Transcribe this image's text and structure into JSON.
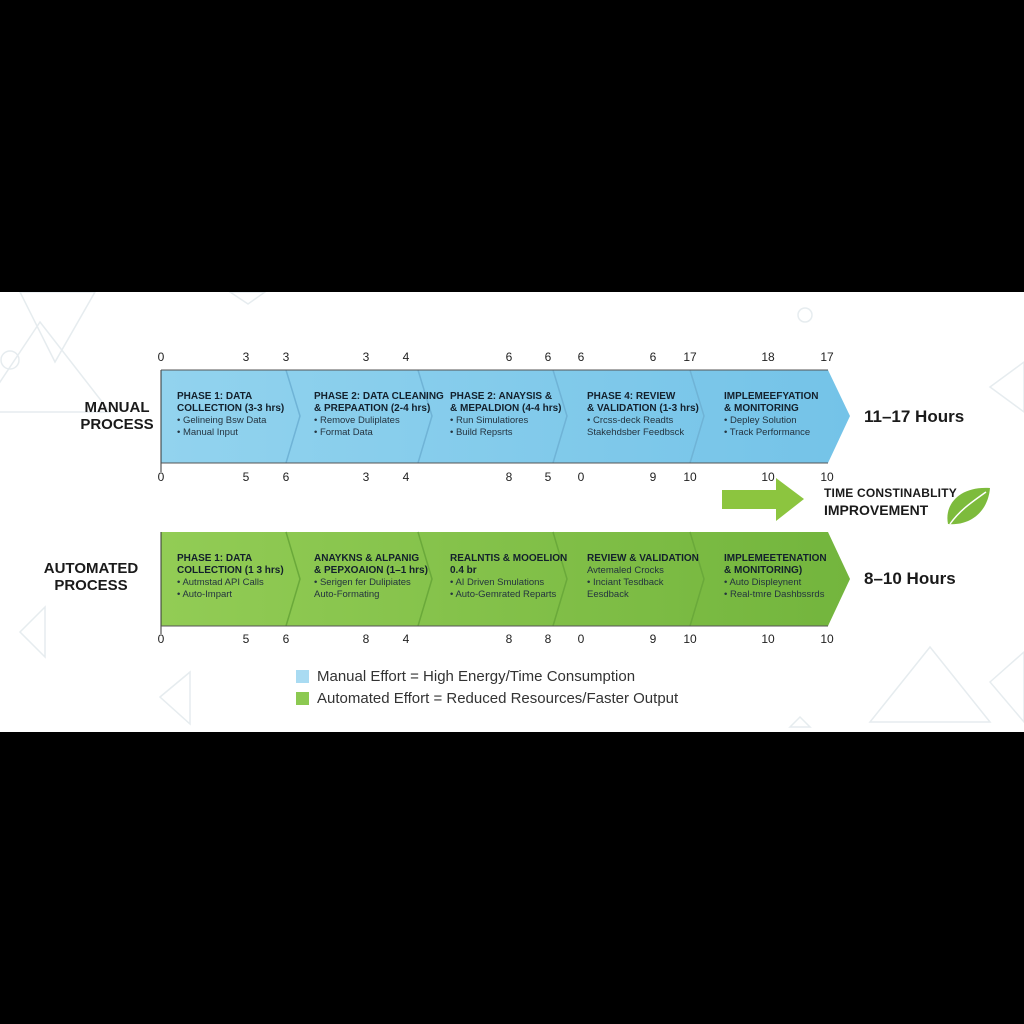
{
  "colors": {
    "manual": "#8fd3ef",
    "manual_dark": "#6cbfe6",
    "automated": "#8cc951",
    "automated_dark": "#6fb23a",
    "arrow_green": "#8cc53f"
  },
  "manual": {
    "label_line1": "MANUAL",
    "label_line2": "PROCESS",
    "total": "11–17 Hours",
    "top_ticks": [
      "0",
      "3",
      "3",
      "3",
      "4",
      "6",
      "6",
      "6",
      "6",
      "17",
      "18",
      "17"
    ],
    "bottom_ticks": [
      "0",
      "5",
      "6",
      "3",
      "4",
      "8",
      "5",
      "0",
      "9",
      "10",
      "10",
      "10"
    ],
    "phases": [
      {
        "title1": "PHASE 1: DATA",
        "title2": "COLLECTION (3-3 hrs)",
        "items": [
          "• Gelineing Bsw Data",
          "• Manual Input"
        ]
      },
      {
        "title1": "PHASE 2: DATA CLEANING",
        "title2": "& PREPAATION (2-4 hrs)",
        "items": [
          "• Remove Duliplates",
          "• Format Data"
        ]
      },
      {
        "title1": "PHASE 2: ANAYSIS &",
        "title2": "& MEPALDION (4-4 hrs)",
        "items": [
          "• Run Simulatiores",
          "• Build Repsrts"
        ]
      },
      {
        "title1": "PHASE 4: REVIEW",
        "title2": "& VALIDATION (1-3 hrs)",
        "items": [
          "• Crcss-deck Readts",
          "Stakehdsber Feedbsck"
        ]
      },
      {
        "title1": "IMPLEMEEFYATION",
        "title2": "& MONITORING",
        "items": [
          "• Depley Solution",
          "• Track Performance"
        ]
      }
    ]
  },
  "automated": {
    "label_line1": "AUTOMATED",
    "label_line2": "PROCESS",
    "total": "8–10 Hours",
    "bottom_ticks": [
      "0",
      "5",
      "6",
      "8",
      "4",
      "8",
      "8",
      "0",
      "9",
      "10",
      "10",
      "10"
    ],
    "phases": [
      {
        "title1": "PHASE 1: DATA",
        "title2": "COLLECTION (1 3 hrs)",
        "items": [
          "• Autmstad API Calls",
          "• Auto-Impart"
        ]
      },
      {
        "title1": "ANAYKNS & ALPANIG",
        "title2": "& PEPXOAION (1–1 hrs)",
        "items": [
          "• Serigen fer Dulipiates",
          "Auto-Formating"
        ]
      },
      {
        "title1": "REALNTIS & MOOELION",
        "title2": "0.4 br",
        "items": [
          "• AI Driven Smulations",
          "• Auto-Gemrated Reparts"
        ]
      },
      {
        "title1": "REVIEW & VALIDATION",
        "title2": "",
        "items": [
          "Avtemaled Crocks",
          "• Inciant Tesdback",
          "Eesdback"
        ]
      },
      {
        "title1": "IMPLEMEETENATION",
        "title2": "& MONITORING)",
        "items": [
          "• Auto Displeynent",
          "• Real-tmre Dashbssrds"
        ]
      }
    ]
  },
  "improvement": {
    "line1": "TIME CONSTINABLITY",
    "line2": "IMPROVEMENT",
    "icon": "leaf-icon"
  },
  "legend": [
    {
      "label": "Manual Effort = High Energy/Time Consumption",
      "color": "#a9dbf2"
    },
    {
      "label": "Automated Effort = Reduced Resources/Faster Output",
      "color": "#8cc951"
    }
  ]
}
